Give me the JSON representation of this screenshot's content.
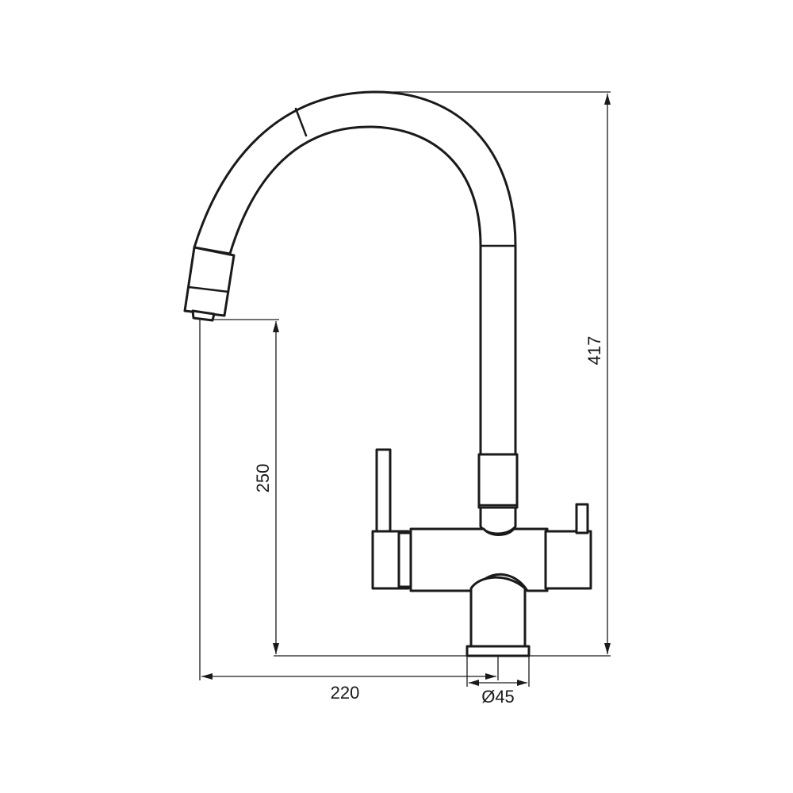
{
  "drawing": {
    "subject": "faucet",
    "dimensions": {
      "total_height": "417",
      "spout_height": "250",
      "reach": "220",
      "base_diameter": "Ø45"
    }
  },
  "colors": {
    "line": "#1a1a1a",
    "background": "#ffffff"
  }
}
